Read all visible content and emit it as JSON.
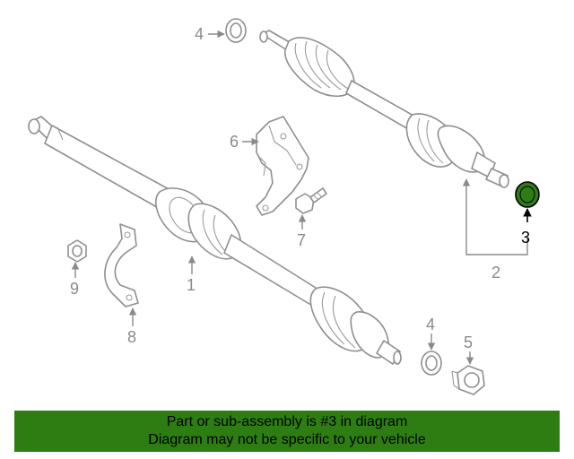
{
  "callouts": {
    "c1": "1",
    "c2": "2",
    "c3": "3",
    "c4a": "4",
    "c4b": "4",
    "c5": "5",
    "c6": "6",
    "c7": "7",
    "c8": "8",
    "c9": "9"
  },
  "highlight": {
    "part": "3",
    "color": "#2e7d12"
  },
  "banner": {
    "line1": "Part or sub-assembly is #3 in diagram",
    "line2": "Diagram may not be specific to your vehicle",
    "background": "#2e7d12"
  }
}
